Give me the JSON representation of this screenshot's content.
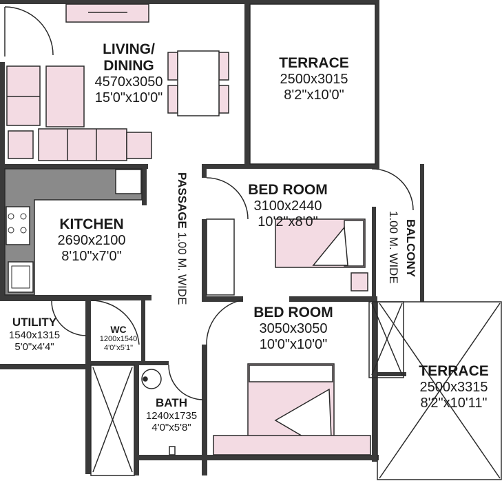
{
  "rooms": {
    "living": {
      "name_line1": "LIVING/",
      "name_line2": "DINING",
      "metric": "4570x3050",
      "imperial": "15'0\"x10'0\""
    },
    "terrace_top": {
      "name": "TERRACE",
      "metric": "2500x3015",
      "imperial": "8'2\"x10'0\""
    },
    "bed_room_1": {
      "name": "BED ROOM",
      "metric": "3100x2440",
      "imperial": "10'2\"x8'0\""
    },
    "kitchen": {
      "name": "KITCHEN",
      "metric": "2690x2100",
      "imperial": "8'10\"x7'0\""
    },
    "utility": {
      "name": "UTILITY",
      "metric": "1540x1315",
      "imperial": "5'0\"x4'4\""
    },
    "wc": {
      "name": "WC",
      "metric": "1200x1540",
      "imperial": "4'0\"x5'1\""
    },
    "bath": {
      "name": "BATH",
      "metric": "1240x1735",
      "imperial": "4'0\"x5'8\""
    },
    "bed_room_2": {
      "name": "BED ROOM",
      "metric": "3050x3050",
      "imperial": "10'0\"x10'0\""
    },
    "terrace_right": {
      "name": "TERRACE",
      "metric": "2500x3315",
      "imperial": "8'2\"x10'11\""
    }
  },
  "passage": {
    "name": "PASSAGE",
    "width": "1.00 M. WIDE"
  },
  "balcony": {
    "name": "BALCONY",
    "width": "1.00 M. WIDE"
  },
  "colors": {
    "wall": "#3a3a3a",
    "furniture_fill": "#f3dbe3",
    "counter": "#8a8a8a",
    "line": "#2a2a2a"
  }
}
